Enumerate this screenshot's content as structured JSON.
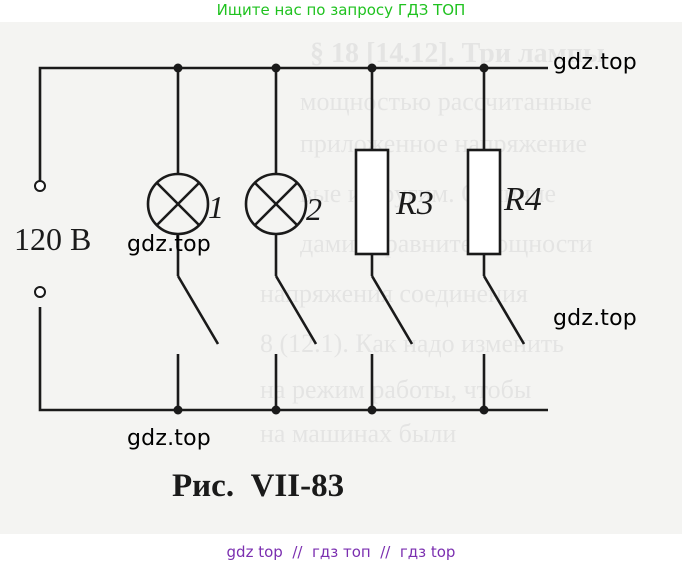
{
  "top_banner": "Ищите нас по запросу ГДЗ ТОП",
  "bottom_banner": "gdz top  //  гдз топ  //  гдз top",
  "watermarks": [
    "gdz.top",
    "gdz.top",
    "gdz.top",
    "gdz.top"
  ],
  "diagram": {
    "voltage_label": "120 В",
    "lamp_labels": [
      "1",
      "2"
    ],
    "resistor_labels": [
      "R3",
      "R4"
    ],
    "caption": "Рис.  VII-83"
  },
  "colors": {
    "banner_top": "#1fc21f",
    "banner_bottom": "#7b2fb0",
    "ink": "#1a1a1a"
  }
}
